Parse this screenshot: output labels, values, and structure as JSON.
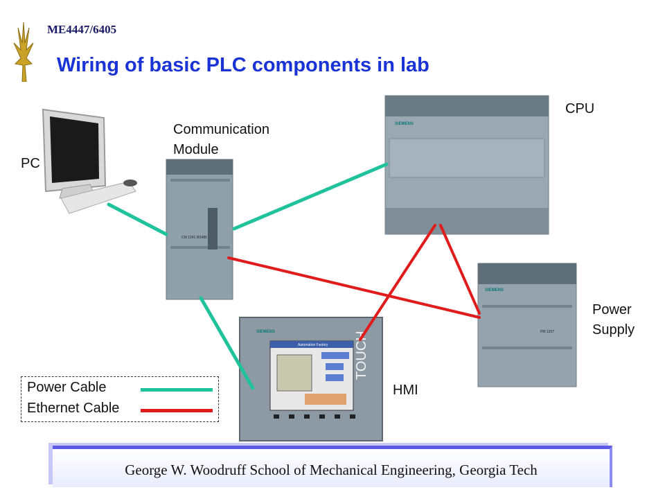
{
  "header": {
    "course": "ME4447/6405",
    "title": "Wiring of basic PLC components in lab"
  },
  "labels": {
    "pc": "PC",
    "comm_line1": "Communication",
    "comm_line2": "Module",
    "cpu": "CPU",
    "power_supply_line1": "Power",
    "power_supply_line2": "Supply",
    "hmi": "HMI"
  },
  "device_text": {
    "siemens": "SIEMENS",
    "touch": "TOUCH",
    "hmi_screen": "Automation Factory",
    "cm": "CM 1241 RS485",
    "pm": "PM 1207"
  },
  "legend": {
    "power_label": "Power Cable",
    "ethernet_label": "Ethernet Cable"
  },
  "colors": {
    "power_cable": "#1fc29a",
    "ethernet_cable": "#e01b1b",
    "title": "#1a33d6"
  },
  "footer": {
    "text": "George W. Woodruff School of Mechanical Engineering, Georgia Tech"
  }
}
